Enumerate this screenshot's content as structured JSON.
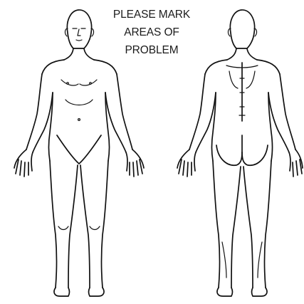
{
  "instructions": {
    "line1": "PLEASE MARK",
    "line2": "AREAS OF",
    "line3": "PROBLEM"
  },
  "colors": {
    "ink": "#111111",
    "background": "#ffffff"
  }
}
